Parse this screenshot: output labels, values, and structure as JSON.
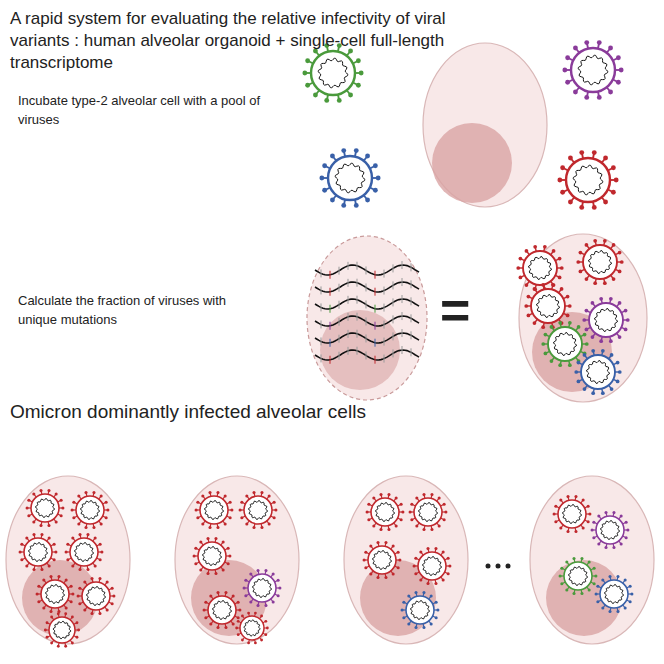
{
  "diagram": {
    "title": "A rapid system for evaluating the relative infectivity of viral variants : human alveolar organoid + single-cell full-length transcriptome",
    "labels": [
      "Incubate type-2 alveolar cell with a pool of viruses",
      "Calculate the fraction of viruses with unique mutations",
      "=",
      "Omicron dominantly infected alveolar cells"
    ]
  }
}
